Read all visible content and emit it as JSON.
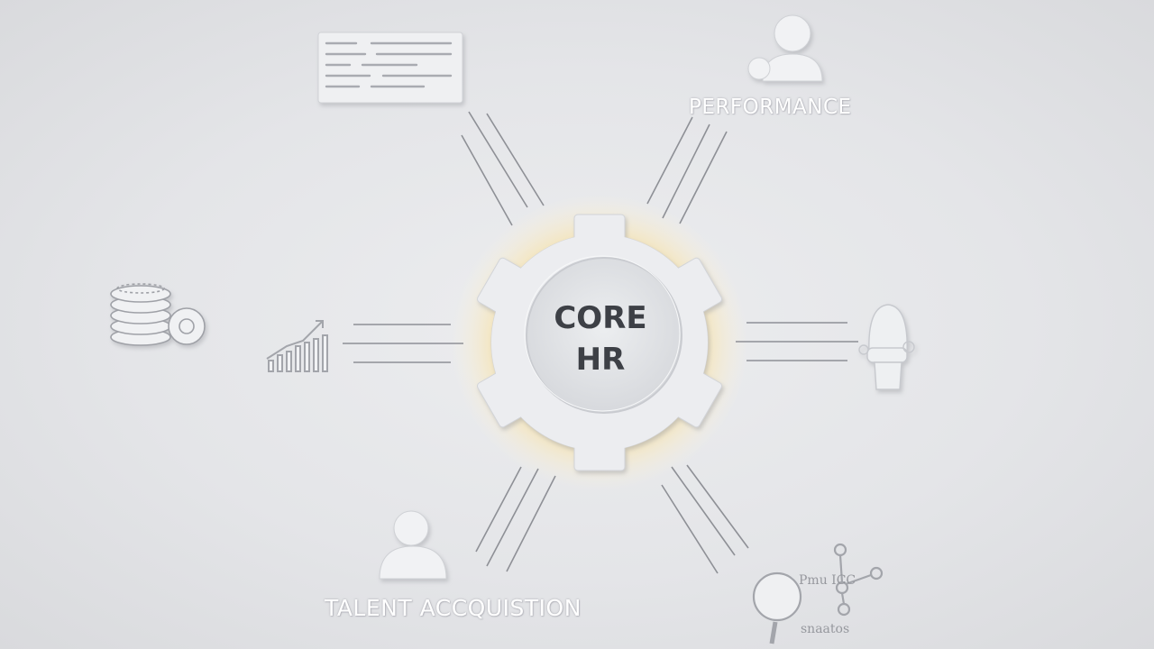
{
  "center": {
    "line1": "CORE",
    "line2": "HR",
    "glow_color": "#f6dc97"
  },
  "nodes": {
    "performance": {
      "label": "PERFORMANCE",
      "icon": "person-icon"
    },
    "talent": {
      "label": "TALENT ACCQUISTION",
      "icon": "person-icon"
    },
    "document": {
      "icon": "document-icon"
    },
    "database": {
      "icon": "database-coins-icon"
    },
    "growth": {
      "icon": "bar-chart-growth-icon"
    },
    "avatar": {
      "icon": "robot-head-icon"
    },
    "analytics": {
      "icon": "magnifier-icon",
      "text_top": "Pmu  ICC",
      "text_bottom": "snaatos"
    }
  },
  "colors": {
    "background": "#e6e7ea",
    "icon": "#f1f2f4",
    "connector": "#8e9096"
  }
}
